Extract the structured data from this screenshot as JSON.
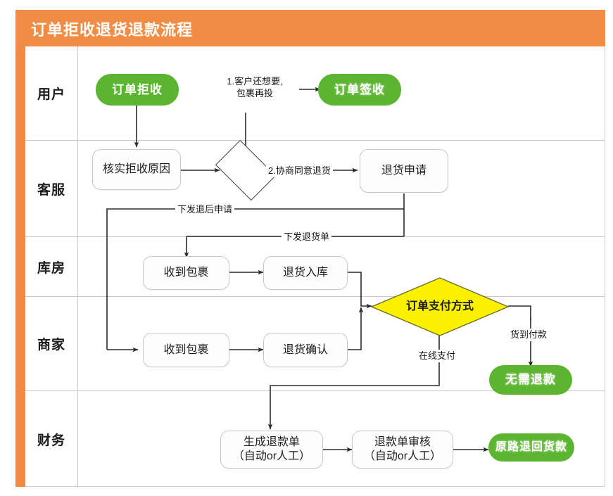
{
  "header": {
    "title": "订单拒收退货退款流程",
    "bar_color": "#f18c44"
  },
  "colors": {
    "terminal_green": "#5cb531",
    "decision_yellow": "#faf000",
    "node_border": "#c6c8cc",
    "lane_border": "#c9c9c9",
    "connector": "#2b2b2b"
  },
  "lanes": [
    {
      "label": "用户"
    },
    {
      "label": "客服"
    },
    {
      "label": "库房"
    },
    {
      "label": "商家"
    },
    {
      "label": "财务"
    }
  ],
  "nodes": {
    "order_reject": "订单拒收",
    "order_sign": "订单签收",
    "verify_reason": "核实拒收原因",
    "cs_decision": "",
    "return_request": "退货申请",
    "wh_receive_parcel": "收到包裹",
    "wh_return_instock": "退货入库",
    "payment_decision": "订单支付方式",
    "mc_receive_parcel": "收到包裹",
    "mc_return_confirm": "退货确认",
    "no_refund_needed": "无需退款",
    "create_refund_line1": "生成退款单",
    "create_refund_line2": "（自动or人工）",
    "audit_refund_line1": "退款单审核",
    "audit_refund_line2": "（自动or人工）",
    "refund_original": "原路退回货款"
  },
  "edge_labels": {
    "customer_wants_line1": "1.客户还想要,",
    "customer_wants_line2": "包裹再投",
    "negotiate_agree": "2.协商同意退货",
    "issue_after_sale": "下发退后申请",
    "issue_return_order": "下发退货单",
    "online_pay": "在线支付",
    "cash_on_delivery": "货到付款"
  }
}
